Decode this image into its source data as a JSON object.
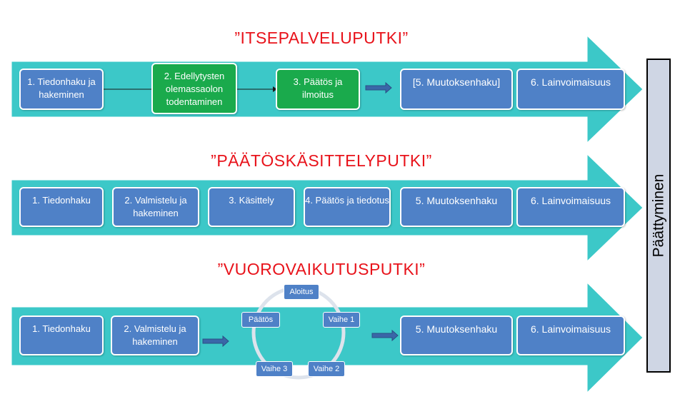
{
  "colors": {
    "arrow": "#3cc8c8",
    "box": "#4f81c7",
    "box_green": "#1aaa4c",
    "title": "#e8121a",
    "end_bar": "#cfd6e4",
    "cycle_ring": "#dde3ec"
  },
  "pipelines": [
    {
      "title": "”ITSEPALVELUPUTKI”",
      "steps": [
        "1. Tiedonhaku ja hakeminen",
        "2. Edellytysten olemassaolon todentaminen",
        "3. Päätös ja ilmoitus",
        "[5. Muutoksenhaku]",
        "6. Lainvoimaisuus"
      ]
    },
    {
      "title": "”PÄÄTÖSKÄSITTELYPUTKI”",
      "steps": [
        "1. Tiedonhaku",
        "2. Valmistelu ja hakeminen",
        "3. Käsittely",
        "4. Päätös ja tiedotus",
        "5. Muutoksenhaku",
        "6. Lainvoimaisuus"
      ]
    },
    {
      "title": "”VUOROVAIKUTUSPUTKI”",
      "steps": [
        "1. Tiedonhaku",
        "2. Valmistelu ja hakeminen",
        "5. Muutoksenhaku",
        "6. Lainvoimaisuus"
      ],
      "cycle": [
        "Aloitus",
        "Vaihe 1",
        "Vaihe 2",
        "Vaihe 3",
        "Päätös"
      ]
    }
  ],
  "end_label": "Päättyminen"
}
